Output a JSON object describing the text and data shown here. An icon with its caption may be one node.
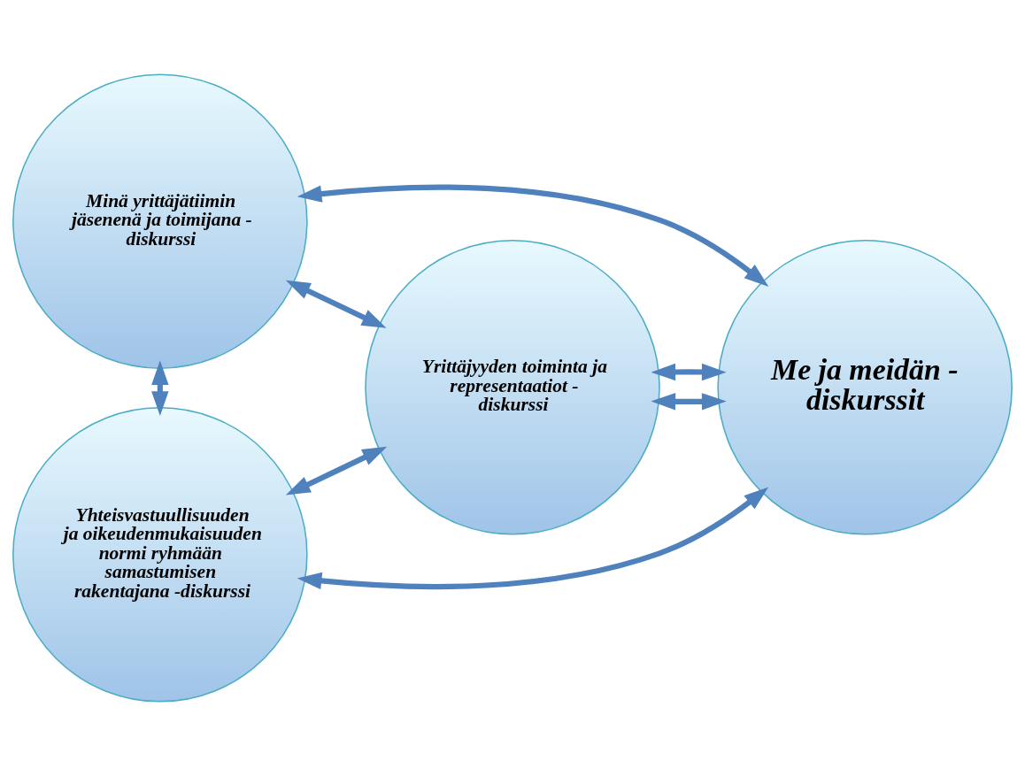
{
  "diagram": {
    "nodes": [
      {
        "text": [
          "Minä yrittäjätiimin jäsenenä ja toimijana - diskurssi"
        ]
      },
      {
        "text": [
          "Yrittäjyyden toiminta ja representaatiot - diskurssi"
        ]
      },
      {
        "text": [
          "Me ja meidän - diskurssit"
        ]
      },
      {
        "text": [
          "Yhteisvastuullisuuden ja oikeudenmukaisuuden normi ryhmään samastumisen rakentajana -diskurssi"
        ]
      }
    ],
    "edges": [
      {
        "from": 0,
        "to": 2,
        "arrow": "both"
      },
      {
        "from": 0,
        "to": 1,
        "arrow": "both"
      },
      {
        "from": 1,
        "to": 2,
        "arrow": "both"
      },
      {
        "from": 0,
        "to": 3,
        "arrow": "both"
      },
      {
        "from": 3,
        "to": 1,
        "arrow": "both"
      },
      {
        "from": 1,
        "to": 2,
        "arrow": "both"
      },
      {
        "from": 3,
        "to": 2,
        "arrow": "both"
      }
    ]
  }
}
